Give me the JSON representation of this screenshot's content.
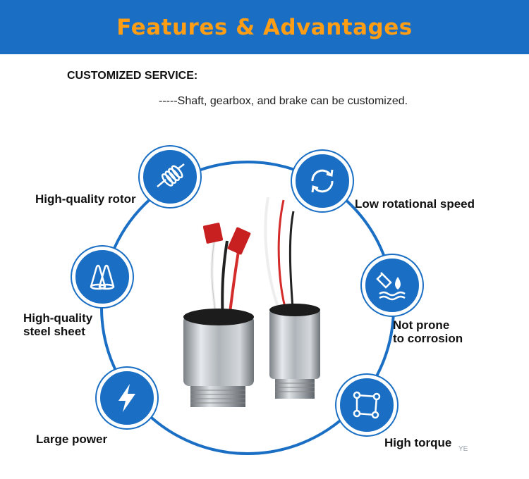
{
  "header": {
    "title": "Features & Advantages",
    "bg_color": "#1a6fc4",
    "title_color": "#ff9d14"
  },
  "service": {
    "title": "CUSTOMIZED SERVICE:",
    "description": "-----Shaft, gearbox, and brake can be customized."
  },
  "features": [
    {
      "label": "High-quality rotor",
      "icon": "coil-rotor-icon"
    },
    {
      "label": "Low rotational speed",
      "icon": "rotation-arrows-icon"
    },
    {
      "label_lines": [
        "High-quality",
        "steel sheet"
      ],
      "icon": "steel-pipes-icon"
    },
    {
      "label_lines": [
        "Not prone",
        "to corrosion"
      ],
      "icon": "drop-test-tube-icon"
    },
    {
      "label": "Large power",
      "icon": "lightning-icon"
    },
    {
      "label": "High torque",
      "icon": "square-nodes-icon"
    }
  ],
  "motor_image": {
    "icon": "dc-motor-photo"
  },
  "watermark": "YE"
}
